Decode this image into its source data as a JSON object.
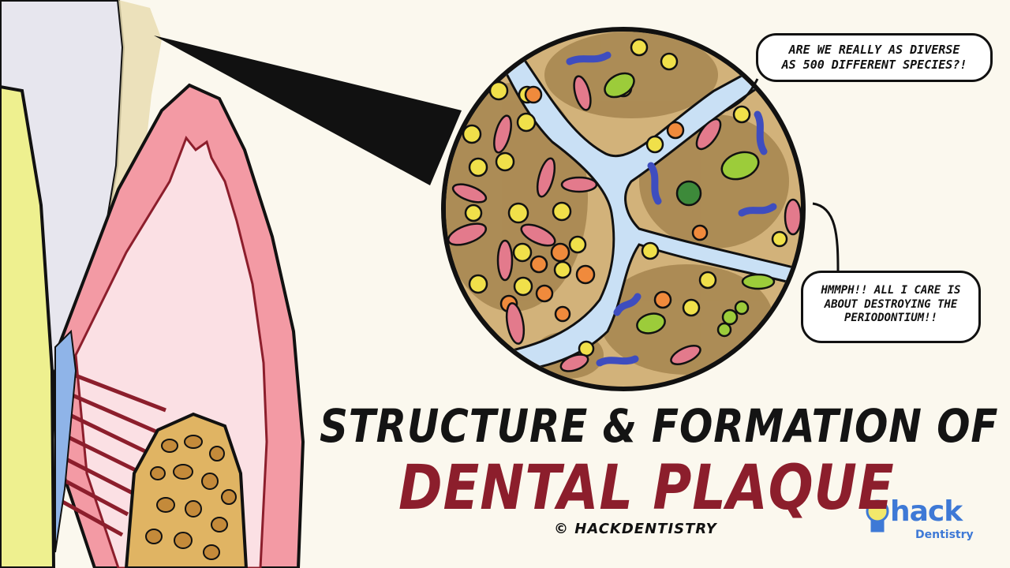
{
  "bubbles": {
    "top": {
      "line1": "ARE WE REALLY AS DIVERSE",
      "line2": "AS 500 DIFFERENT SPECIES?!"
    },
    "right": {
      "line1": "HMMPH!! ALL I CARE IS",
      "line2": "ABOUT DESTROYING THE",
      "line3": "PERIODONTIUM!!"
    }
  },
  "title": {
    "line1": "STRUCTURE & FORMATION OF",
    "line2": "DENTAL PLAQUE"
  },
  "copyright": "© HACKDENTISTRY",
  "logo": {
    "word1": "hack",
    "word2": "Dentistry"
  },
  "colors": {
    "background": "#fbf8ee",
    "gum": "#f19aa2",
    "plaque_matrix": "#d2b27a",
    "channel": "#c9e0f5",
    "title_accent": "#8c1e2c",
    "brand": "#3e79d6"
  }
}
